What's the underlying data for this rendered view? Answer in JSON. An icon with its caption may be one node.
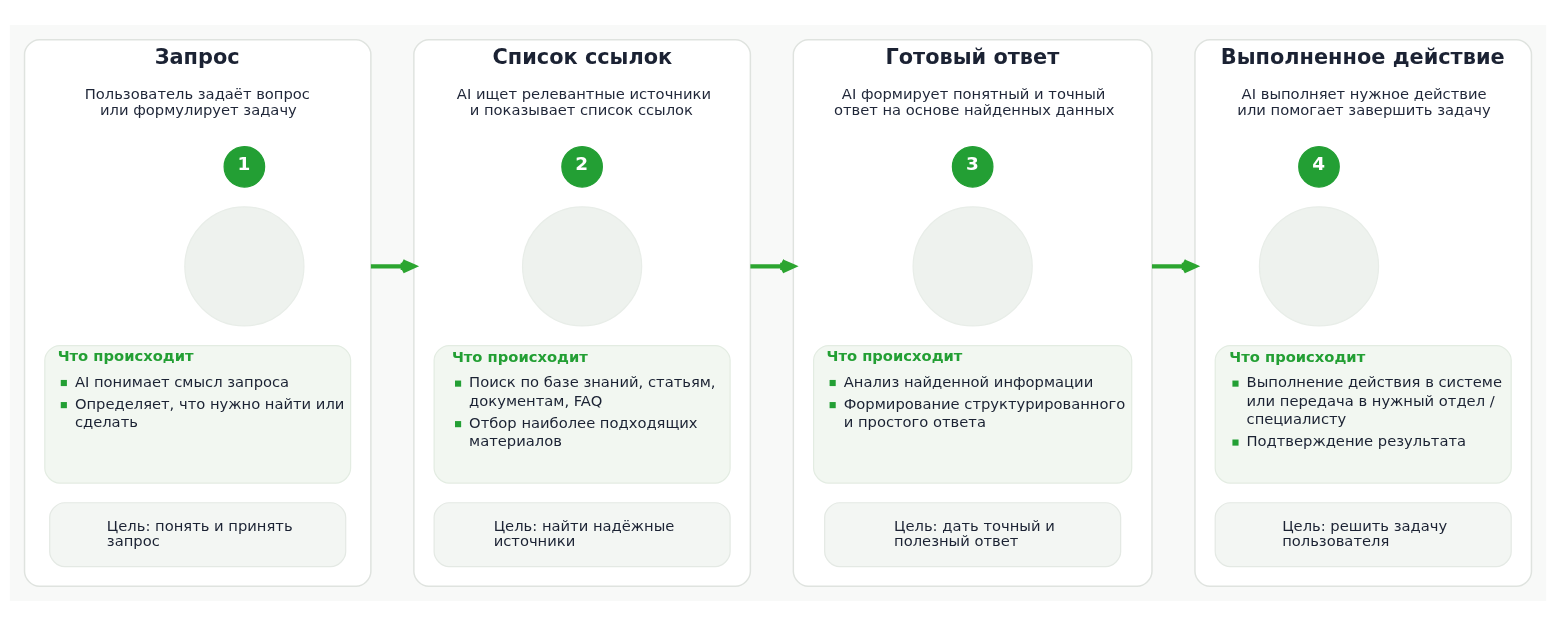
{
  "diagram": {
    "nodes": [
      {
        "text": [
          "Запрос",
          "Пользователь задаёт вопрос или формулирует задачу"
        ]
      },
      {
        "text": [
          "1"
        ],
        "in": 0
      },
      {
        "text": [],
        "shape": "circle",
        "in": 0
      },
      {
        "text": [
          "Что происходит",
          "AI понимает смысл запроса",
          "Определяет, что нужно найти или сделать"
        ],
        "in": 0
      },
      {
        "text": [
          "Цель: понять и принять запрос"
        ],
        "in": 0
      },
      {
        "text": [
          "Список ссылок",
          "AI ищет релевантные источники и показывает список ссылок"
        ]
      },
      {
        "text": [
          "2"
        ],
        "in": 5
      },
      {
        "text": [],
        "shape": "circle",
        "in": 5
      },
      {
        "text": [
          "Что происходит",
          "Поиск по базе знаний, статьям, документам, FAQ",
          "Отбор наиболее подходящих материалов"
        ],
        "in": 5
      },
      {
        "text": [
          "Цель: найти надёжные источники"
        ],
        "in": 5
      },
      {
        "text": [
          "Готовый ответ",
          "AI формирует понятный и точный ответ на основе найденных данных"
        ]
      },
      {
        "text": [
          "3"
        ],
        "in": 10
      },
      {
        "text": [],
        "shape": "circle",
        "in": 10
      },
      {
        "text": [
          "Что происходит",
          "Анализ найденной информации",
          "Формирование структурированного и простого ответа"
        ],
        "in": 10
      },
      {
        "text": [
          "Цель: дать точный и полезный ответ"
        ],
        "in": 10
      },
      {
        "text": [
          "Выполненное действие",
          "AI выполняет нужное действие или помогает завершить задачу"
        ]
      },
      {
        "text": [
          "4"
        ],
        "in": 15
      },
      {
        "text": [],
        "shape": "circle",
        "in": 15
      },
      {
        "text": [
          "Что происходит",
          "Выполнение действия в системе или передача в нужный отдел / специалисту",
          "Подтверждение результата"
        ],
        "in": 15
      },
      {
        "text": [
          "Цель: решить задачу пользователя"
        ],
        "in": 15
      }
    ],
    "edges": [
      {
        "from": 0,
        "to": 5,
        "arrow": "to"
      },
      {
        "from": 5,
        "to": 10,
        "arrow": "to"
      },
      {
        "from": 10,
        "to": 15,
        "arrow": "to"
      }
    ]
  }
}
